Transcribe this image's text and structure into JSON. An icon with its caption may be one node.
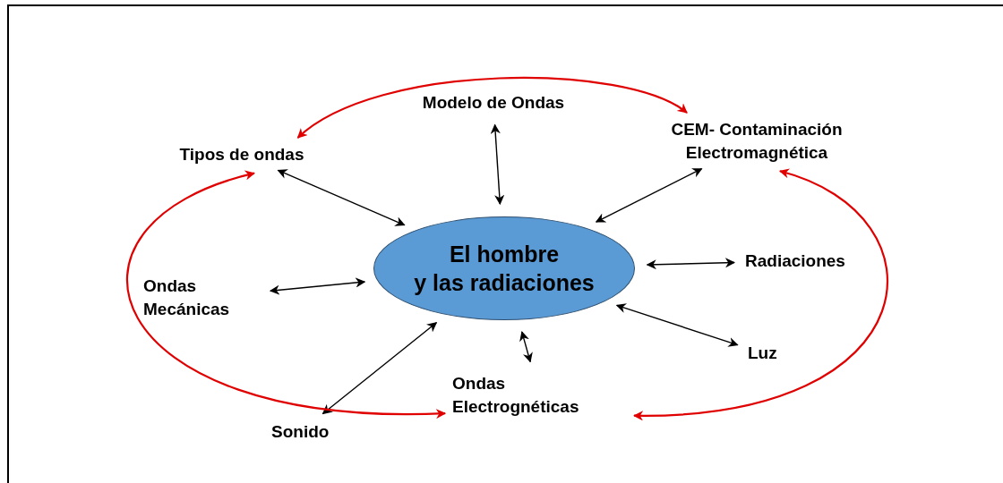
{
  "diagram": {
    "nodes": [
      {
        "text": [
          "El hombre",
          "y las radiaciones"
        ]
      },
      {
        "text": [
          "Modelo de Ondas"
        ]
      },
      {
        "text": [
          "Tipos de ondas"
        ]
      },
      {
        "text": [
          "CEM- Contaminación Electromagnética"
        ]
      },
      {
        "text": [
          "Ondas Mecánicas"
        ]
      },
      {
        "text": [
          "Radiaciones"
        ]
      },
      {
        "text": [
          "Luz"
        ]
      },
      {
        "text": [
          "Sonido"
        ]
      },
      {
        "text": [
          "Ondas Electrognéticas"
        ]
      }
    ],
    "edges": [
      {
        "from": 0,
        "to": 1,
        "arrow": "both"
      },
      {
        "from": 0,
        "to": 2,
        "arrow": "both"
      },
      {
        "from": 0,
        "to": 3,
        "arrow": "both"
      },
      {
        "from": 0,
        "to": 4,
        "arrow": "both"
      },
      {
        "from": 0,
        "to": 5,
        "arrow": "both"
      },
      {
        "from": 0,
        "to": 6,
        "arrow": "both"
      },
      {
        "from": 0,
        "to": 7,
        "arrow": "both"
      },
      {
        "from": 0,
        "to": 8,
        "arrow": "both"
      },
      {
        "from": 2,
        "to": 3,
        "arrow": "both",
        "color": "#e00000"
      },
      {
        "from": 2,
        "to": 8,
        "arrow": "both",
        "color": "#e00000"
      },
      {
        "from": 3,
        "to": 8,
        "arrow": "both",
        "color": "#e00000"
      }
    ]
  }
}
